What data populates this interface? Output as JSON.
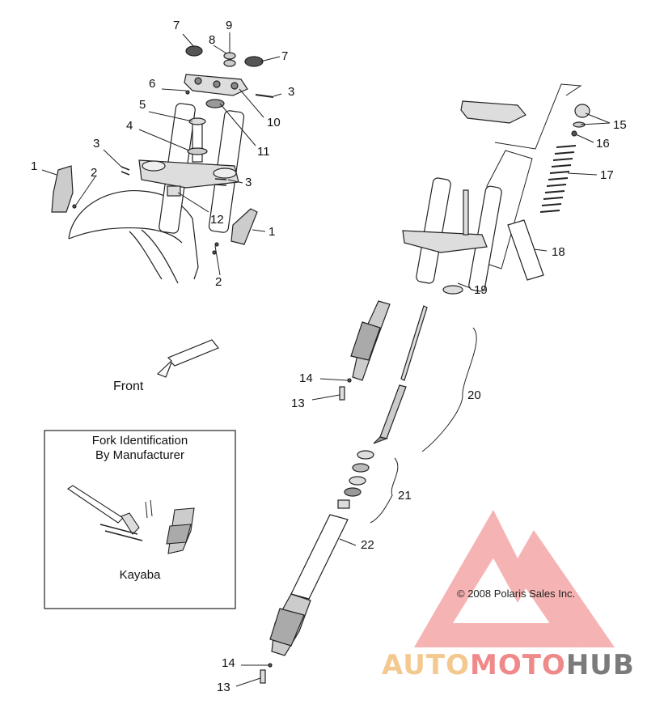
{
  "diagram": {
    "callouts": {
      "n1a": "1",
      "n1b": "1",
      "n2a": "2",
      "n2b": "2",
      "n3a": "3",
      "n3b": "3",
      "n3c": "3",
      "n4": "4",
      "n5": "5",
      "n6": "6",
      "n7a": "7",
      "n7b": "7",
      "n8": "8",
      "n9": "9",
      "n10": "10",
      "n11": "11",
      "n12": "12",
      "n13a": "13",
      "n13b": "13",
      "n14a": "14",
      "n14b": "14",
      "n15": "15",
      "n16": "16",
      "n17": "17",
      "n18": "18",
      "n19": "19",
      "n20": "20",
      "n21": "21",
      "n22": "22"
    },
    "front_label": "Front",
    "inset": {
      "title_line1": "Fork Identification",
      "title_line2": "By Manufacturer",
      "manufacturer": "Kayaba"
    },
    "copyright": "© 2008 Polaris Sales Inc.",
    "watermark": {
      "part1": "AUTO",
      "part2": "MOTO",
      "part3": "HUB",
      "colors": {
        "part1": "#f3c98f",
        "part2": "#f08a8a",
        "part3": "#7b7b7b",
        "logo": "#f39a9a"
      }
    }
  }
}
